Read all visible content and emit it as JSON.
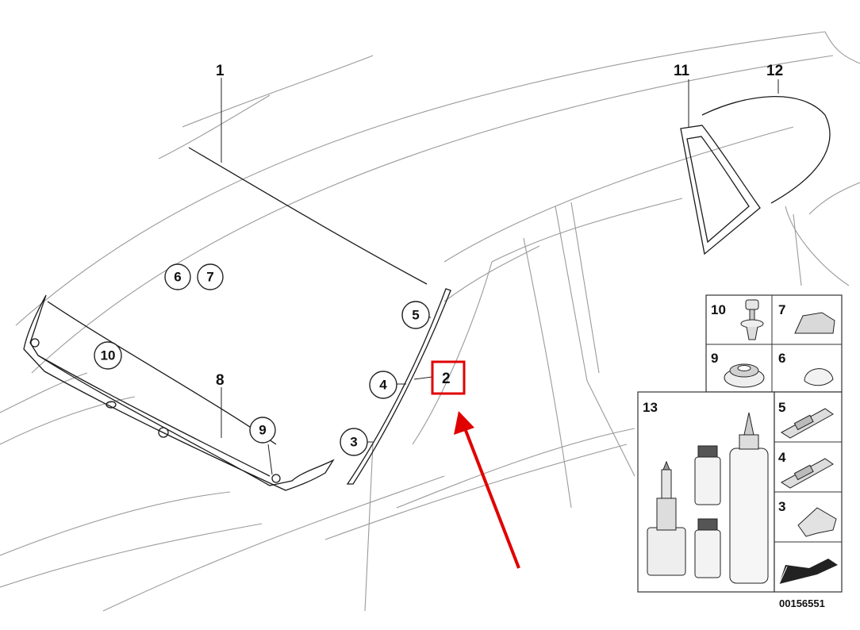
{
  "part_labels": {
    "p1": "1",
    "p2": "2",
    "p3": "3",
    "p4": "4",
    "p5": "5",
    "p6": "6",
    "p7": "7",
    "p8": "8",
    "p9": "9",
    "p10": "10",
    "p11": "11",
    "p12": "12"
  },
  "panel_labels": {
    "p10": "10",
    "p7": "7",
    "p9": "9",
    "p6": "6",
    "p13": "13",
    "p5": "5",
    "p4": "4",
    "p3": "3"
  },
  "diagram_number": "00156551",
  "highlight_color": "#e00000"
}
